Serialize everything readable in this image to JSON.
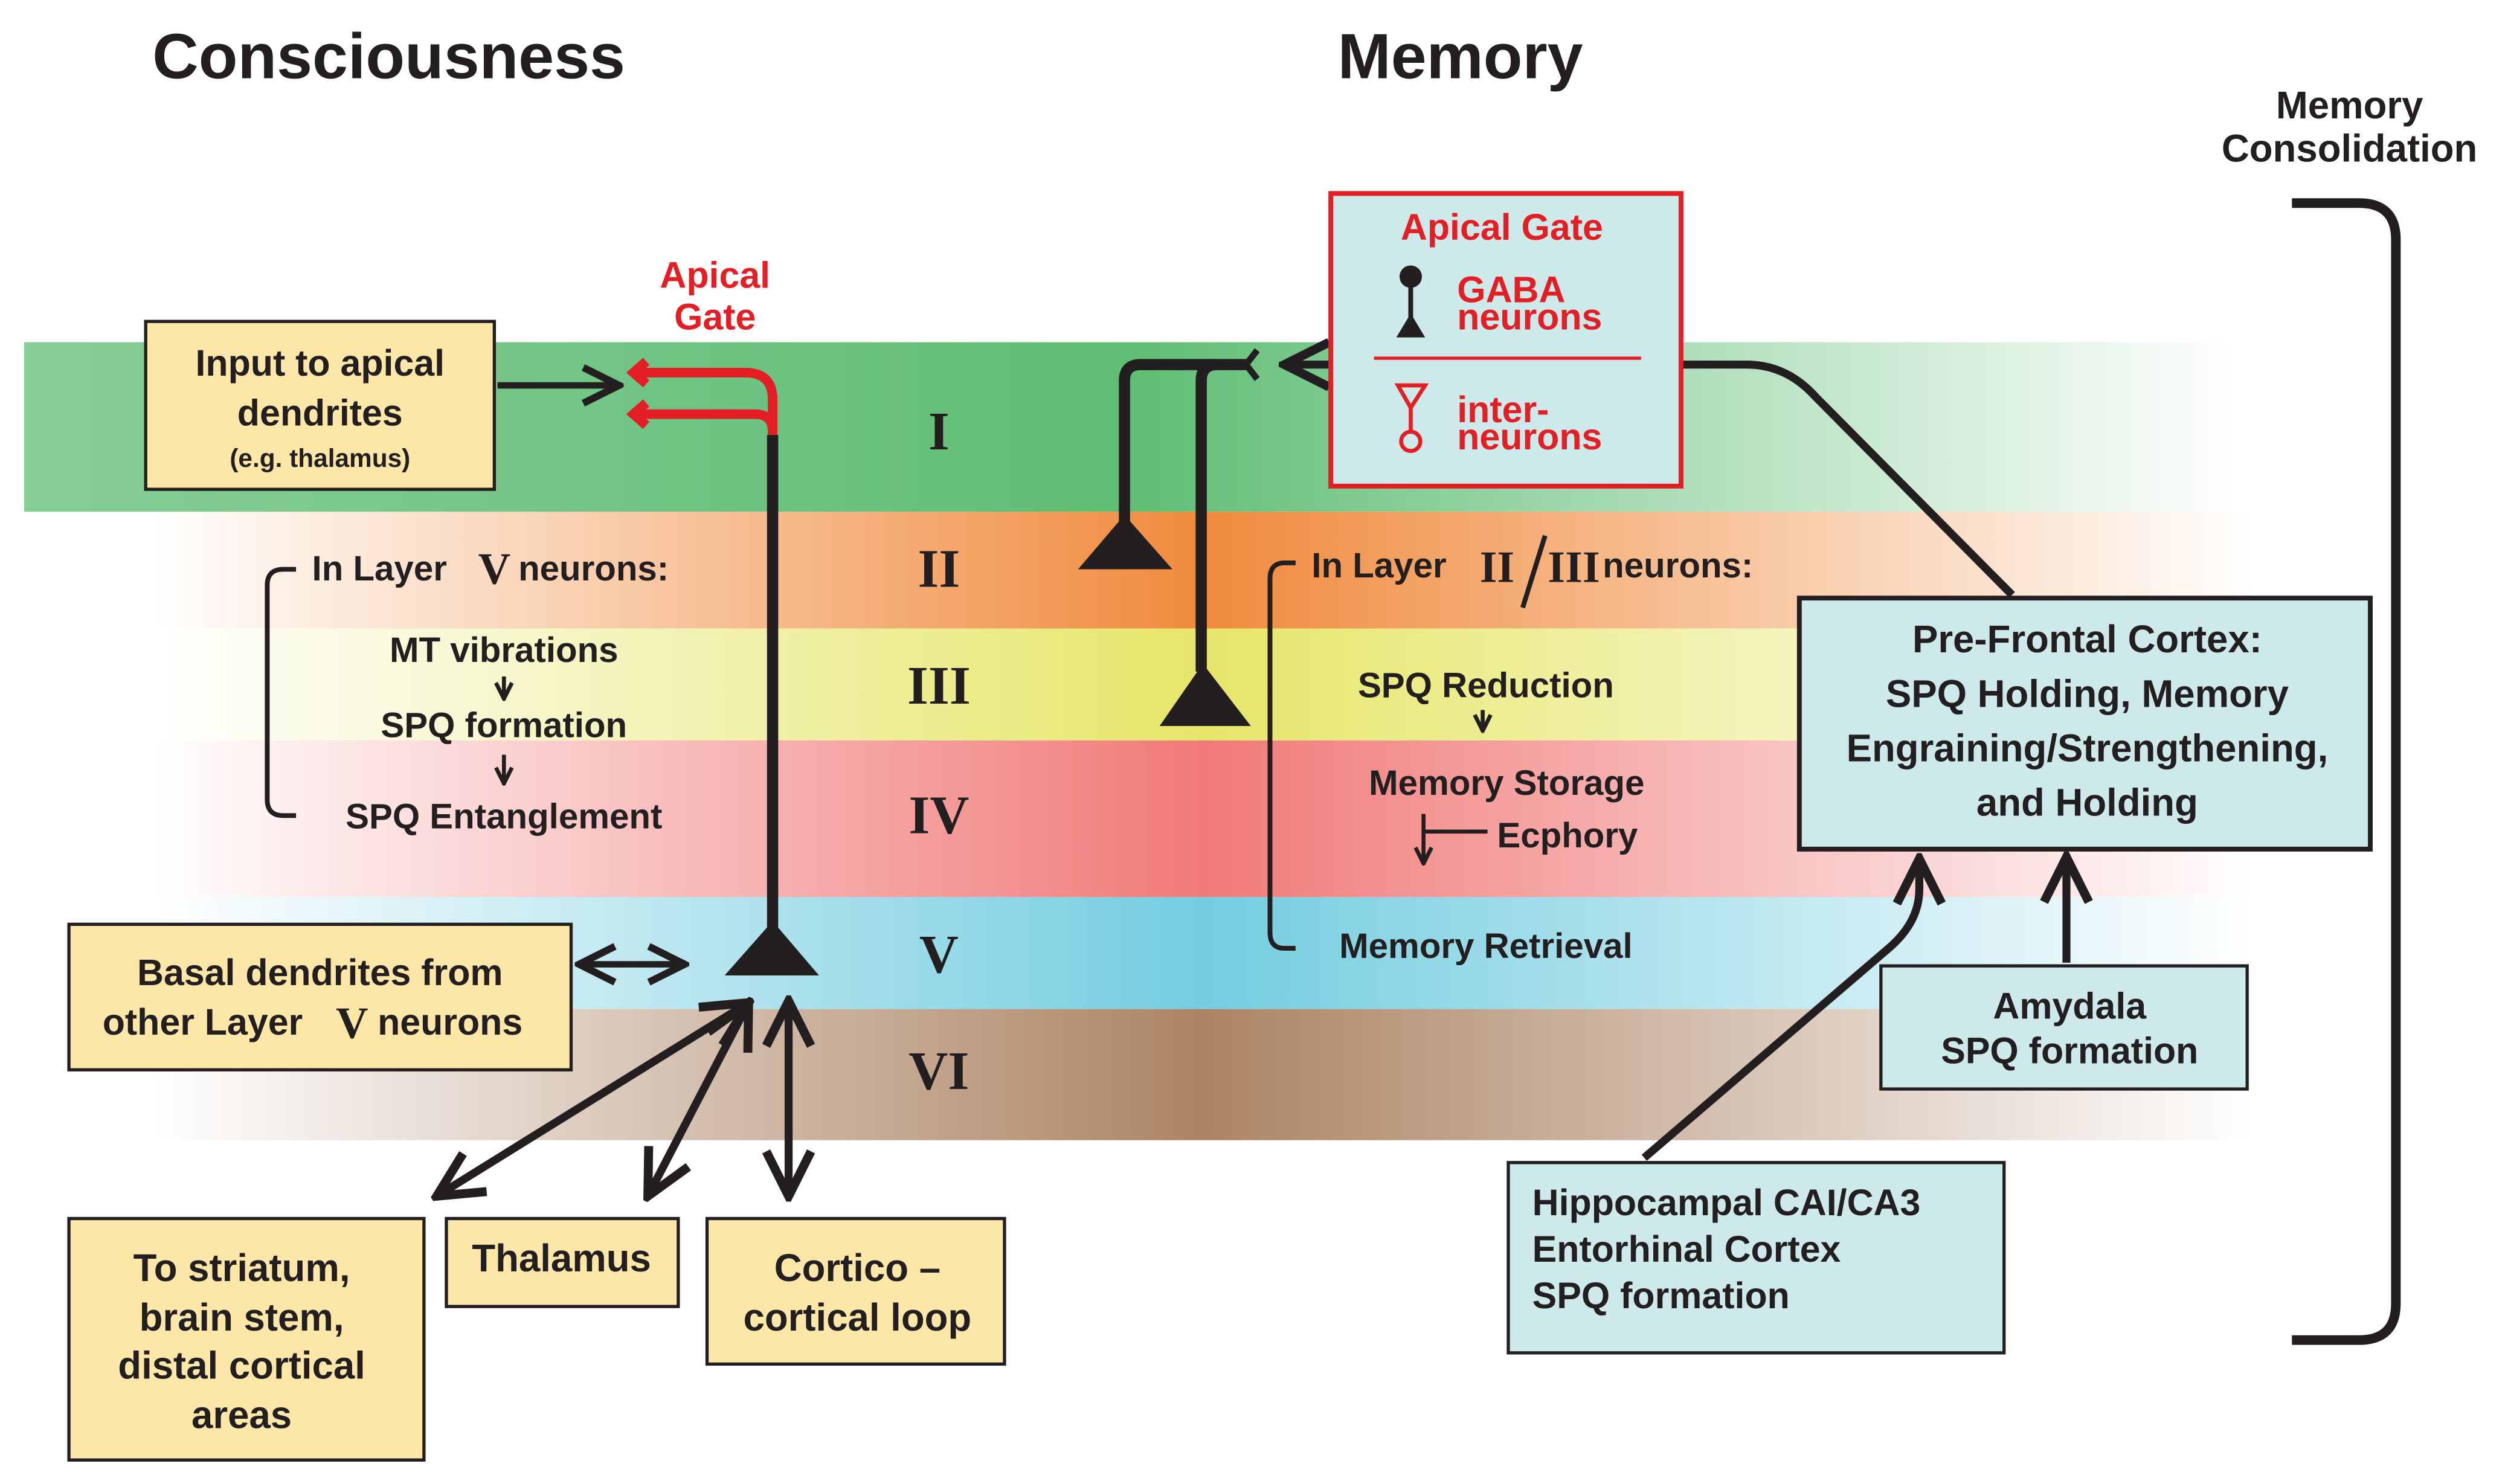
{
  "headings": {
    "consciousness": "Consciousness",
    "memory": "Memory",
    "consolidation_line1": "Memory",
    "consolidation_line2": "Consolidation"
  },
  "layers": {
    "colors": {
      "I": "#5fbd74",
      "II": "#f08a3c",
      "III": "#e6e66a",
      "IV": "#f07a78",
      "V": "#74cde0",
      "VI": "#ac8464"
    },
    "numerals": [
      "I",
      "II",
      "III",
      "IV",
      "V",
      "VI"
    ]
  },
  "colors": {
    "box_yellow": "#fce6a8",
    "box_teal": "#cde9ea",
    "gate_red": "#e31e24",
    "ink": "#231f20"
  },
  "apical_gate_label": {
    "line1": "Apical",
    "line2": "Gate"
  },
  "input_box": {
    "line1": "Input to apical",
    "line2": "dendrites",
    "line3": "(e.g. thalamus)"
  },
  "layer5_list": {
    "header_pre": "In Layer",
    "header_numeral": "V",
    "header_post": "neurons:",
    "item1": "MT vibrations",
    "item2": "SPQ formation",
    "item3": "SPQ Entanglement"
  },
  "basal_box": {
    "line1": "Basal dendrites from",
    "line2_pre": "other Layer",
    "line2_numeral": "V",
    "line2_post": "neurons"
  },
  "striatum_box": {
    "line1": "To striatum,",
    "line2": "brain stem,",
    "line3": "distal cortical",
    "line4": "areas"
  },
  "thalamus_box": {
    "label": "Thalamus"
  },
  "cortico_box": {
    "line1": "Cortico –",
    "line2": "cortical loop"
  },
  "gate_legend": {
    "title": "Apical Gate",
    "gaba_line1": "GABA",
    "gaba_line2": "neurons",
    "inter_line1": "inter-",
    "inter_line2": "neurons"
  },
  "memory_list": {
    "header_pre": "In Layer",
    "header_numeral_a": "II",
    "header_numeral_b": "III",
    "header_post": "neurons:",
    "item1": "SPQ Reduction",
    "item2": "Memory Storage",
    "item3": "Ecphory",
    "item4": "Memory Retrieval"
  },
  "pfc_box": {
    "line1": "Pre-Frontal Cortex:",
    "line2": "SPQ Holding, Memory",
    "line3": "Engraining/Strengthening,",
    "line4": "and Holding"
  },
  "amygdala_box": {
    "line1": "Amydala",
    "line2": "SPQ formation"
  },
  "hippocampal_box": {
    "line1": "Hippocampal CAI/CA3",
    "line2": "Entorhinal Cortex",
    "line3": "SPQ formation"
  }
}
